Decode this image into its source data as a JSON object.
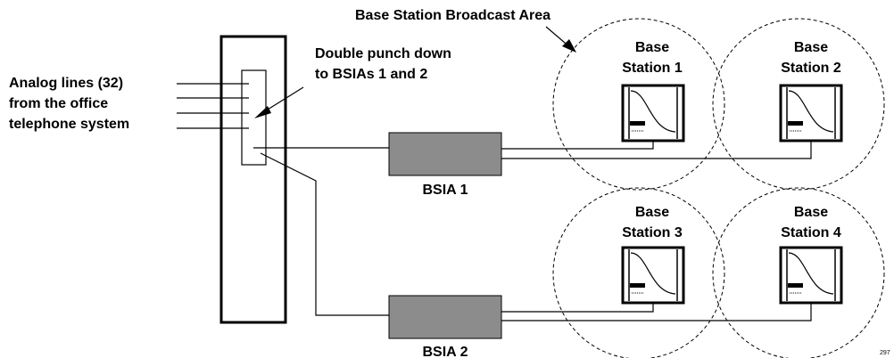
{
  "labels": {
    "analog_line1": "Analog lines (32)",
    "analog_line2": "from the office",
    "analog_line3": "telephone system",
    "punch_line1": "Double punch down",
    "punch_line2": "to BSIAs 1 and 2",
    "broadcast_area": "Base Station Broadcast Area",
    "bsia1": "BSIA 1",
    "bsia2": "BSIA 2",
    "figure_number": "297"
  },
  "base_stations": [
    {
      "line1": "Base",
      "line2": "Station 1"
    },
    {
      "line1": "Base",
      "line2": "Station 2"
    },
    {
      "line1": "Base",
      "line2": "Station 3"
    },
    {
      "line1": "Base",
      "line2": "Station 4"
    }
  ],
  "colors": {
    "bsia_fill": "#8c8c8c",
    "line": "#000000",
    "background": "#ffffff"
  }
}
